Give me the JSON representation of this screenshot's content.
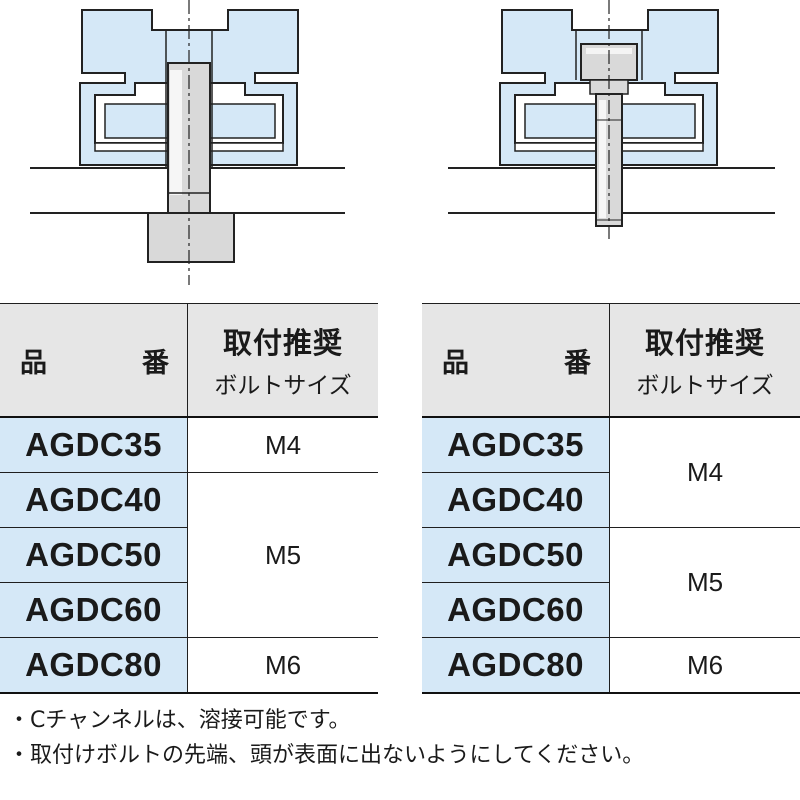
{
  "tables": {
    "left": {
      "header_part_chars": [
        "品",
        "番"
      ],
      "header_bolt_line1": "取付推奨",
      "header_bolt_line2": "ボルトサイズ",
      "parts": [
        "AGDC35",
        "AGDC40",
        "AGDC50",
        "AGDC60",
        "AGDC80"
      ],
      "bolt_groups": [
        "M4",
        "M5",
        "M6"
      ]
    },
    "right": {
      "header_part_chars": [
        "品",
        "番"
      ],
      "header_bolt_line1": "取付推奨",
      "header_bolt_line2": "ボルトサイズ",
      "parts": [
        "AGDC35",
        "AGDC40",
        "AGDC50",
        "AGDC60",
        "AGDC80"
      ],
      "bolt_groups": [
        "M4",
        "M5",
        "M6"
      ]
    }
  },
  "notes": [
    "・Cチャンネルは、溶接可能です。",
    "・取付けボルトの先端、頭が表面に出ないようにしてください。"
  ],
  "colors": {
    "channel_fill": "#d5e8f7",
    "header_fill": "#e6e6e6",
    "bolt_fill": "#d9d9d9",
    "outline": "#222222"
  }
}
